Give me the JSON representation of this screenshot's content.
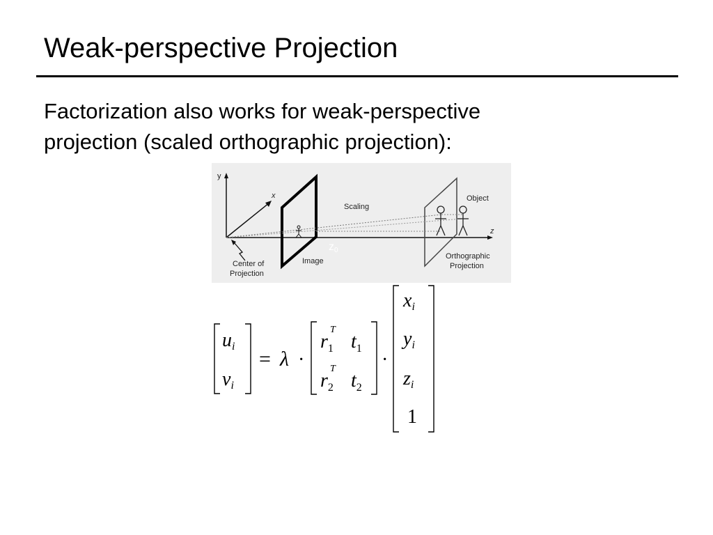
{
  "slide": {
    "title": "Weak-perspective Projection",
    "body_line1": "Factorization also works for weak-perspective",
    "body_line2": "projection (scaled orthographic projection):"
  },
  "figure": {
    "axis_y": "y",
    "axis_x": "x",
    "axis_z": "z",
    "scaling_label": "Scaling",
    "object_label": "Object",
    "z0_label": "z",
    "z0_sub": "0",
    "image_label": "Image",
    "center_line1": "Center of",
    "center_line2": "Projection",
    "ortho_line1": "Orthographic",
    "ortho_line2": "Projection"
  },
  "equation": {
    "u": "u",
    "v": "v",
    "sub_i": "i",
    "equals": "=",
    "lambda": "λ",
    "dot": "·",
    "r": "r",
    "t": "t",
    "sup_T": "T",
    "one": "1",
    "two": "2",
    "x": "x",
    "y": "y",
    "z": "z",
    "const_one": "1"
  }
}
